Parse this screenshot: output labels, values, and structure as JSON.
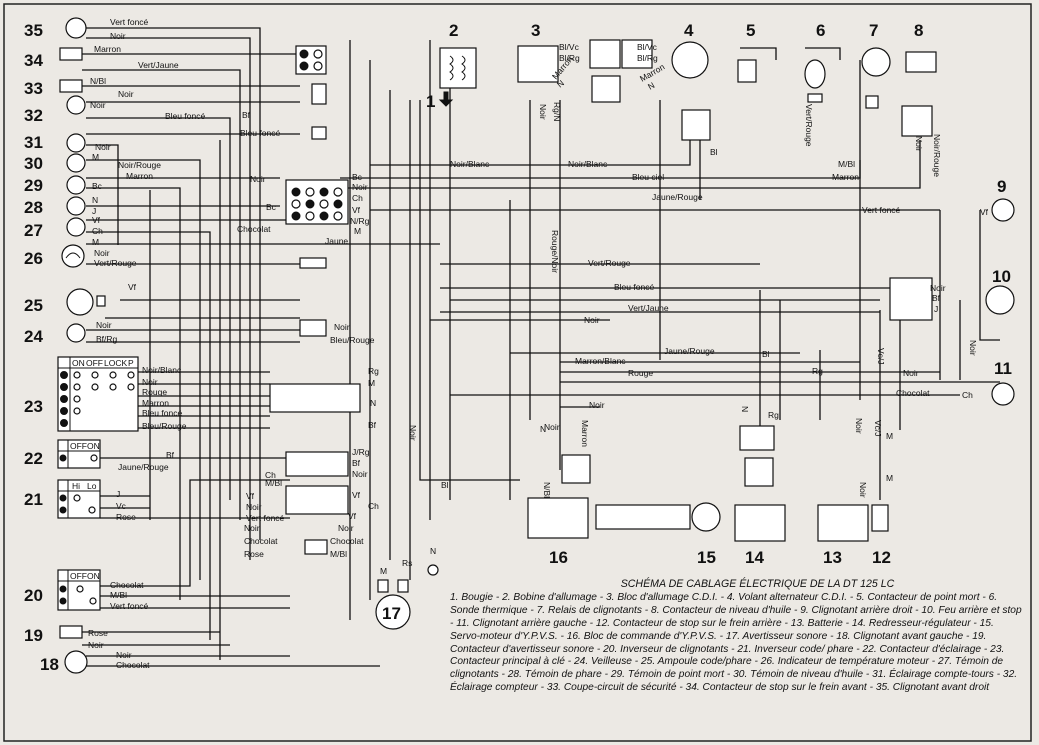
{
  "title": "SCHÉMA DE CABLAGE ÉLECTRIQUE DE LA DT 125 LC",
  "legend": "1. Bougie - 2. Bobine d'allumage - 3. Bloc d'allumage C.D.I. - 4. Volant alternateur C.D.I. - 5. Contacteur de point mort - 6. Sonde thermique - 7. Relais de clignotants - 8. Contacteur de niveau d'huile - 9. Clignotant arrière droit - 10. Feu arrière et stop - 11. Clignotant arrière gauche - 12. Contacteur de stop sur le frein arrière - 13. Batterie - 14. Redresseur-régulateur - 15. Servo-moteur d'Y.P.V.S. - 16. Bloc de commande d'Y.P.V.S. - 17. Avertisseur sonore - 18. Clignotant avant gauche - 19. Contacteur d'avertisseur sonore - 20. Inverseur de clignotants - 21. Inverseur code/ phare - 22. Contacteur d'éclairage - 23. Contacteur principal à clé - 24. Veilleuse - 25. Ampoule code/phare - 26. Indicateur de température moteur - 27. Témoin de clignotants - 28. Témoin de phare - 29. Témoin de point mort - 30. Témoin de niveau d'huile - 31. Éclairage compte-tours - 32. Éclairage compteur - 33. Coupe-circuit de sécurité - 34. Contacteur de stop sur le frein avant - 35. Clignotant avant droit",
  "left_numbers": [
    {
      "n": "35"
    },
    {
      "n": "34"
    },
    {
      "n": "33"
    },
    {
      "n": "32"
    },
    {
      "n": "31"
    },
    {
      "n": "30"
    },
    {
      "n": "29"
    },
    {
      "n": "28"
    },
    {
      "n": "27"
    },
    {
      "n": "26"
    },
    {
      "n": "25"
    },
    {
      "n": "24"
    },
    {
      "n": "23"
    },
    {
      "n": "22"
    },
    {
      "n": "21"
    },
    {
      "n": "20"
    },
    {
      "n": "19"
    },
    {
      "n": "18"
    }
  ],
  "right_numbers": [
    {
      "n": "1"
    },
    {
      "n": "2"
    },
    {
      "n": "3"
    },
    {
      "n": "4"
    },
    {
      "n": "5"
    },
    {
      "n": "6"
    },
    {
      "n": "7"
    },
    {
      "n": "8"
    },
    {
      "n": "9"
    },
    {
      "n": "10"
    },
    {
      "n": "11"
    },
    {
      "n": "12"
    },
    {
      "n": "13"
    },
    {
      "n": "14"
    },
    {
      "n": "15"
    },
    {
      "n": "16"
    },
    {
      "n": "17"
    }
  ],
  "wire_labels": [
    {
      "t": "Vert foncé"
    },
    {
      "t": "Noir"
    },
    {
      "t": "Marron"
    },
    {
      "t": "Vert/Jaune"
    },
    {
      "t": "N/Bl"
    },
    {
      "t": "Noir"
    },
    {
      "t": "Noir"
    },
    {
      "t": "Bleu foncé"
    },
    {
      "t": "Bf"
    },
    {
      "t": "Bleu foncé"
    },
    {
      "t": "Noir"
    },
    {
      "t": "M"
    },
    {
      "t": "Noir/Rouge"
    },
    {
      "t": "Marron"
    },
    {
      "t": "Bc"
    },
    {
      "t": "N"
    },
    {
      "t": "J"
    },
    {
      "t": "Vf"
    },
    {
      "t": "Ch"
    },
    {
      "t": "M"
    },
    {
      "t": "Noir"
    },
    {
      "t": "Vert/Rouge"
    },
    {
      "t": "Jaune"
    },
    {
      "t": "Noir"
    },
    {
      "t": "Bc"
    },
    {
      "t": "Ch"
    },
    {
      "t": "Vf"
    },
    {
      "t": "N/Rg"
    },
    {
      "t": "M"
    },
    {
      "t": "Chocolat"
    },
    {
      "t": "Bc"
    },
    {
      "t": "Noir"
    },
    {
      "t": "Noir/Blanc"
    },
    {
      "t": "Noir/Blanc"
    },
    {
      "t": "Bleu ciel"
    },
    {
      "t": "Jaune/Rouge"
    },
    {
      "t": "Vert/Rouge"
    },
    {
      "t": "Bleu foncé"
    },
    {
      "t": "Vert/Jaune"
    },
    {
      "t": "Noir"
    },
    {
      "t": "Marron/Blanc"
    },
    {
      "t": "Jaune/Rouge"
    },
    {
      "t": "Rouge"
    },
    {
      "t": "Noir"
    },
    {
      "t": "Vert foncé"
    },
    {
      "t": "Bl/Vc"
    },
    {
      "t": "Bl/Rg"
    },
    {
      "t": "Marron"
    },
    {
      "t": "N"
    },
    {
      "t": "Bl/Vc"
    },
    {
      "t": "Bl/Rg"
    },
    {
      "t": "Marron"
    },
    {
      "t": "N"
    },
    {
      "t": "Noir"
    },
    {
      "t": "Rg/N"
    },
    {
      "t": "Rouge/Noir"
    },
    {
      "t": "Bl"
    },
    {
      "t": "Vert/Rouge"
    },
    {
      "t": "M/Bl"
    },
    {
      "t": "Marron"
    },
    {
      "t": "Noir"
    },
    {
      "t": "Noir/Rouge"
    },
    {
      "t": "Vf"
    },
    {
      "t": "Noir"
    },
    {
      "t": "Bf"
    },
    {
      "t": "J"
    },
    {
      "t": "Vc/J"
    },
    {
      "t": "Noir"
    },
    {
      "t": "Noir"
    },
    {
      "t": "Chocolat"
    },
    {
      "t": "Ch"
    },
    {
      "t": "Bl"
    },
    {
      "t": "Rg"
    },
    {
      "t": "Rg"
    },
    {
      "t": "N"
    },
    {
      "t": "Noir"
    },
    {
      "t": "Vc/J"
    },
    {
      "t": "M"
    },
    {
      "t": "M"
    },
    {
      "t": "Noir"
    },
    {
      "t": "N"
    },
    {
      "t": "Marron"
    },
    {
      "t": "N/Bl"
    },
    {
      "t": "Noir"
    },
    {
      "t": "Vf"
    },
    {
      "t": "Noir"
    },
    {
      "t": "Bf/Rg"
    },
    {
      "t": "Noir"
    },
    {
      "t": "Bleu/Rouge"
    },
    {
      "t": "Noir/Blanc"
    },
    {
      "t": "Noir"
    },
    {
      "t": "Rouge"
    },
    {
      "t": "Marron"
    },
    {
      "t": "Bleu foncé"
    },
    {
      "t": "Bleu/Rouge"
    },
    {
      "t": "Rg"
    },
    {
      "t": "M"
    },
    {
      "t": "N"
    },
    {
      "t": "Bf"
    },
    {
      "t": "Jaune/Rouge"
    },
    {
      "t": "Bf"
    },
    {
      "t": "J"
    },
    {
      "t": "Vc"
    },
    {
      "t": "Rose"
    },
    {
      "t": "Ch"
    },
    {
      "t": "M/Bl"
    },
    {
      "t": "Vf"
    },
    {
      "t": "Noir"
    },
    {
      "t": "Vert foncé"
    },
    {
      "t": "Noir"
    },
    {
      "t": "Chocolat"
    },
    {
      "t": "Rose"
    },
    {
      "t": "J/Rg"
    },
    {
      "t": "Bf"
    },
    {
      "t": "Noir"
    },
    {
      "t": "Vf"
    },
    {
      "t": "Ch"
    },
    {
      "t": "Vf"
    },
    {
      "t": "Noir"
    },
    {
      "t": "Chocolat"
    },
    {
      "t": "M/Bl"
    },
    {
      "t": "Chocolat"
    },
    {
      "t": "M/Bl"
    },
    {
      "t": "Vert foncé"
    },
    {
      "t": "Rose"
    },
    {
      "t": "Noir"
    },
    {
      "t": "Noir"
    },
    {
      "t": "Chocolat"
    },
    {
      "t": "M"
    },
    {
      "t": "Rs"
    },
    {
      "t": "N"
    },
    {
      "t": "Noir"
    },
    {
      "t": "Bl"
    }
  ],
  "switch_tables": {
    "key_switch": {
      "headers": [
        "ON",
        "OFF",
        "LOCK",
        "P"
      ]
    },
    "light_switch": {
      "headers": [
        "OFF",
        "ON"
      ]
    },
    "dimmer_switch": {
      "headers": [
        "Hi",
        "Lo"
      ]
    },
    "turn_switch": {
      "headers": [
        "OFF",
        "ON"
      ]
    }
  }
}
